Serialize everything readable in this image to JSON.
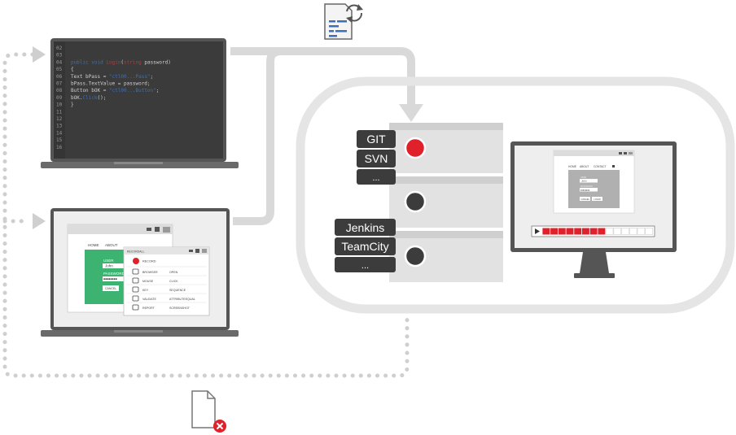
{
  "code_editor": {
    "line_numbers": [
      "02",
      "03",
      "04",
      "05",
      "06",
      "07",
      "08",
      "09",
      "10",
      "11",
      "12",
      "13",
      "14",
      "15",
      "16"
    ],
    "lines": [
      [],
      [],
      [
        {
          "t": "public ",
          "c": "#3d6fb5"
        },
        {
          "t": "void ",
          "c": "#3d6fb5"
        },
        {
          "t": "Login",
          "c": "#b33a3a"
        },
        {
          "t": "(",
          "c": "#cfcfcf"
        },
        {
          "t": "string ",
          "c": "#b33a3a"
        },
        {
          "t": "password)",
          "c": "#cfcfcf"
        }
      ],
      [
        {
          "t": "{",
          "c": "#cfcfcf"
        }
      ],
      [
        {
          "t": "    Text bPass = ",
          "c": "#cfcfcf"
        },
        {
          "t": "\"ctl00...Pass\"",
          "c": "#3d6fb5"
        },
        {
          "t": ";",
          "c": "#cfcfcf"
        }
      ],
      [
        {
          "t": "    bPass.TextValue = password;",
          "c": "#cfcfcf"
        }
      ],
      [
        {
          "t": "    Button bOK = ",
          "c": "#cfcfcf"
        },
        {
          "t": "\"ctl00...Button\"",
          "c": "#3d6fb5"
        },
        {
          "t": ";",
          "c": "#cfcfcf"
        }
      ],
      [
        {
          "t": "    bOK.",
          "c": "#cfcfcf"
        },
        {
          "t": "Click",
          "c": "#3d6fb5"
        },
        {
          "t": "();",
          "c": "#cfcfcf"
        }
      ],
      [
        {
          "t": "}",
          "c": "#cfcfcf"
        }
      ],
      [],
      [],
      [],
      [],
      [],
      []
    ]
  },
  "login_app": {
    "nav": [
      "HOME",
      "ABOUT"
    ],
    "user_label": "USER",
    "user_value": "John",
    "password_label": "PASSWORD",
    "password_value": "••••••••",
    "button_label": "CANCEL"
  },
  "recorder": {
    "title": "RECORDALL",
    "record_label": "RECORD",
    "rows": [
      {
        "icon": "globe-icon",
        "action": "BROWSER",
        "detail": "OPEN"
      },
      {
        "icon": "mouse-icon",
        "action": "MOUSE",
        "detail": "CLICK"
      },
      {
        "icon": "keyboard-icon",
        "action": "KEY",
        "detail": "SEQUENCE"
      },
      {
        "icon": "checkbox-icon",
        "action": "VALIDATE",
        "detail": "ATTRIBUTEEQUAL"
      },
      {
        "icon": "camera-icon",
        "action": "REPORT",
        "detail": "SCREENSHOT"
      }
    ]
  },
  "vcs_tags": [
    "GIT",
    "SVN",
    "..."
  ],
  "ci_tags": [
    "Jenkins",
    "TeamCity",
    "..."
  ],
  "servers": [
    {
      "status": "failing",
      "color": "#e0202a"
    },
    {
      "status": "idle",
      "color": "#3c3c3c"
    },
    {
      "status": "idle",
      "color": "#3c3c3c"
    }
  ],
  "monitor_app": {
    "nav": [
      "HOME",
      "ABOUT",
      "CONTACT"
    ],
    "user_label": "USER",
    "user_value": "John",
    "password_label": "PASSWORD",
    "password_value": "••••••••",
    "buttons": [
      "CANCEL",
      "LOGIN"
    ]
  },
  "progress": {
    "filled_segments": 8,
    "total_segments": 14,
    "fill_color": "#e0202a"
  },
  "colors": {
    "accent_red": "#e0202a",
    "app_green": "#3cb371",
    "flow_gray": "#d9d9d9",
    "dark": "#3c3c3c"
  }
}
